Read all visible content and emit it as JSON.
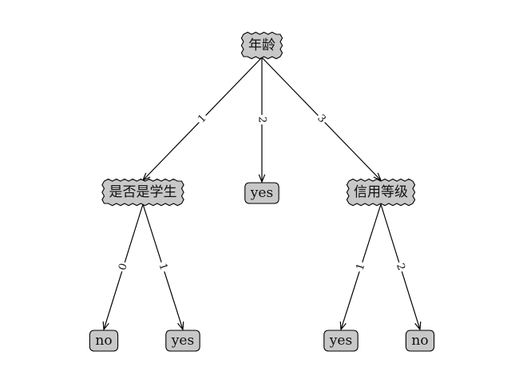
{
  "tree": {
    "nodes": [
      {
        "id": "age",
        "kind": "decision",
        "label": "年龄"
      },
      {
        "id": "student",
        "kind": "decision",
        "label": "是否是学生"
      },
      {
        "id": "mid-yes",
        "kind": "leaf",
        "label": "yes"
      },
      {
        "id": "credit",
        "kind": "decision",
        "label": "信用等级"
      },
      {
        "id": "student-no",
        "kind": "leaf",
        "label": "no"
      },
      {
        "id": "student-yes",
        "kind": "leaf",
        "label": "yes"
      },
      {
        "id": "credit-yes",
        "kind": "leaf",
        "label": "yes"
      },
      {
        "id": "credit-no",
        "kind": "leaf",
        "label": "no"
      }
    ],
    "edges": [
      {
        "from": "age",
        "to": "student",
        "label": "1"
      },
      {
        "from": "age",
        "to": "mid-yes",
        "label": "2"
      },
      {
        "from": "age",
        "to": "credit",
        "label": "3"
      },
      {
        "from": "student",
        "to": "student-no",
        "label": "0"
      },
      {
        "from": "student",
        "to": "student-yes",
        "label": "1"
      },
      {
        "from": "credit",
        "to": "credit-yes",
        "label": "1"
      },
      {
        "from": "credit",
        "to": "credit-no",
        "label": "2"
      }
    ]
  }
}
